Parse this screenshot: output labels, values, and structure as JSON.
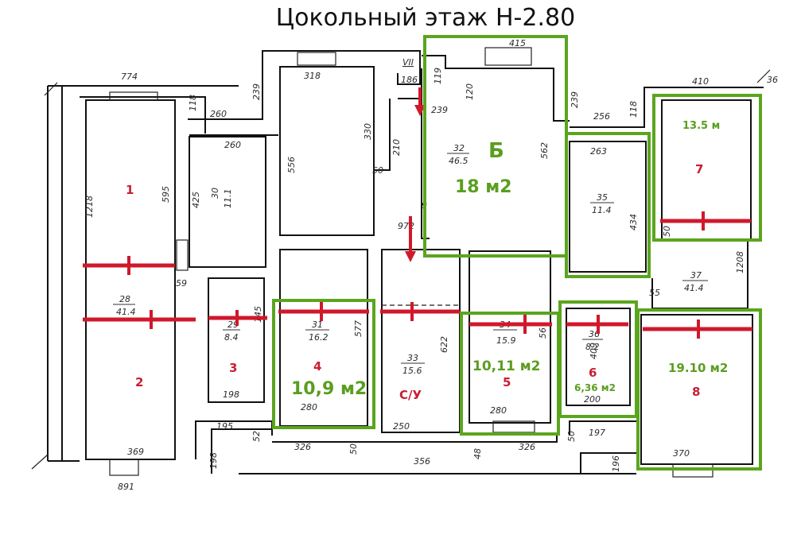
{
  "title": "Цокольный этаж Н-2.80",
  "colors": {
    "accent_red": "#d0182b",
    "accent_green": "#5aa51e"
  },
  "rooms": {
    "r1": {
      "label": "1"
    },
    "r2": {
      "label": "2"
    },
    "r3": {
      "label": "3"
    },
    "r4": {
      "label": "4",
      "area": "10,9 м2"
    },
    "r5": {
      "label": "5",
      "area": "10,11 м2"
    },
    "r6": {
      "label": "6",
      "area": "6,36 м2"
    },
    "r7": {
      "label": "7",
      "area": "13.5 м"
    },
    "r8": {
      "label": "8",
      "area": "19.10 м2"
    },
    "rb": {
      "label": "Б",
      "area": "18 м2"
    },
    "su": {
      "label": "С/У"
    }
  },
  "room_numbers": {
    "n28": "28",
    "a28": "41.4",
    "n29": "29",
    "a29": "8.4",
    "n30": "30",
    "a30": "11.1",
    "n31": "31",
    "a31": "16.2",
    "n32": "32",
    "a32": "46.5",
    "n33": "33",
    "a33": "15.6",
    "n34": "34",
    "a34": "15.9",
    "n35": "35",
    "a35": "11.4",
    "n36": "36",
    "a36": "8.2",
    "n37": "37",
    "a37": "41.4"
  },
  "dimensions": {
    "d774": "774",
    "d891": "891",
    "d1218": "1218",
    "d595": "595",
    "d369": "369",
    "d59": "59",
    "d260a": "260",
    "d425": "425",
    "d260b": "260",
    "d118a": "118",
    "d239a": "239",
    "d318": "318",
    "d556": "556",
    "d330": "330",
    "d210": "210",
    "d50a": "50",
    "dVII": "VII",
    "d186": "186",
    "d119": "119",
    "d239b": "239",
    "d120": "120",
    "d415": "415",
    "d562": "562",
    "d9": "9",
    "d972": "972",
    "d239c": "239",
    "d256": "256",
    "d118b": "118",
    "d410": "410",
    "d263": "263",
    "d434": "434",
    "d50b": "50",
    "d1208": "1208",
    "d55": "55",
    "d145": "145",
    "d198a": "198",
    "d577": "577",
    "d280a": "280",
    "d622": "622",
    "d250": "250",
    "d56": "56",
    "d280b": "280",
    "d409": "409",
    "d200": "200",
    "d370": "370",
    "d195": "195",
    "d52": "52",
    "d198b": "198",
    "d326a": "326",
    "d50c": "50",
    "d356": "356",
    "d48": "48",
    "d326b": "326",
    "d50d": "50",
    "d197": "197",
    "d196": "196",
    "d36": "36"
  }
}
